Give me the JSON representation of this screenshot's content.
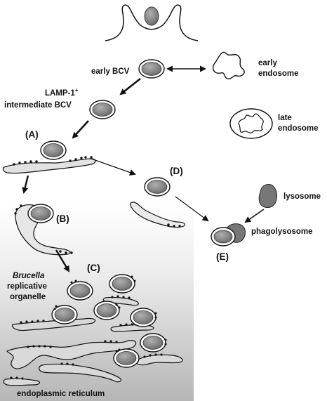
{
  "labels": {
    "early_bcv": "early BCV",
    "early_endosome_1": "early",
    "early_endosome_2": "endosome",
    "lamp1_1": "LAMP-1",
    "lamp1_sup": "+",
    "lamp1_2": "intermediate BCV",
    "late_endosome_1": "late",
    "late_endosome_2": "endosome",
    "lysosome": "lysosome",
    "phagolysosome": "phagolysosome",
    "brucella_1": "Brucella",
    "brucella_2": "replicative",
    "brucella_3": "organelle",
    "er": "endoplasmic reticulum"
  },
  "stages": {
    "a": "(A)",
    "b": "(B)",
    "c": "(C)",
    "d": "(D)",
    "e": "(E)"
  },
  "colors": {
    "bacterium_fill": "#888888",
    "lysosome_fill": "#777777",
    "er_fill": "#d8d8d8",
    "shade_top": "#ffffff",
    "shade_bottom": "#b8b8b8"
  }
}
